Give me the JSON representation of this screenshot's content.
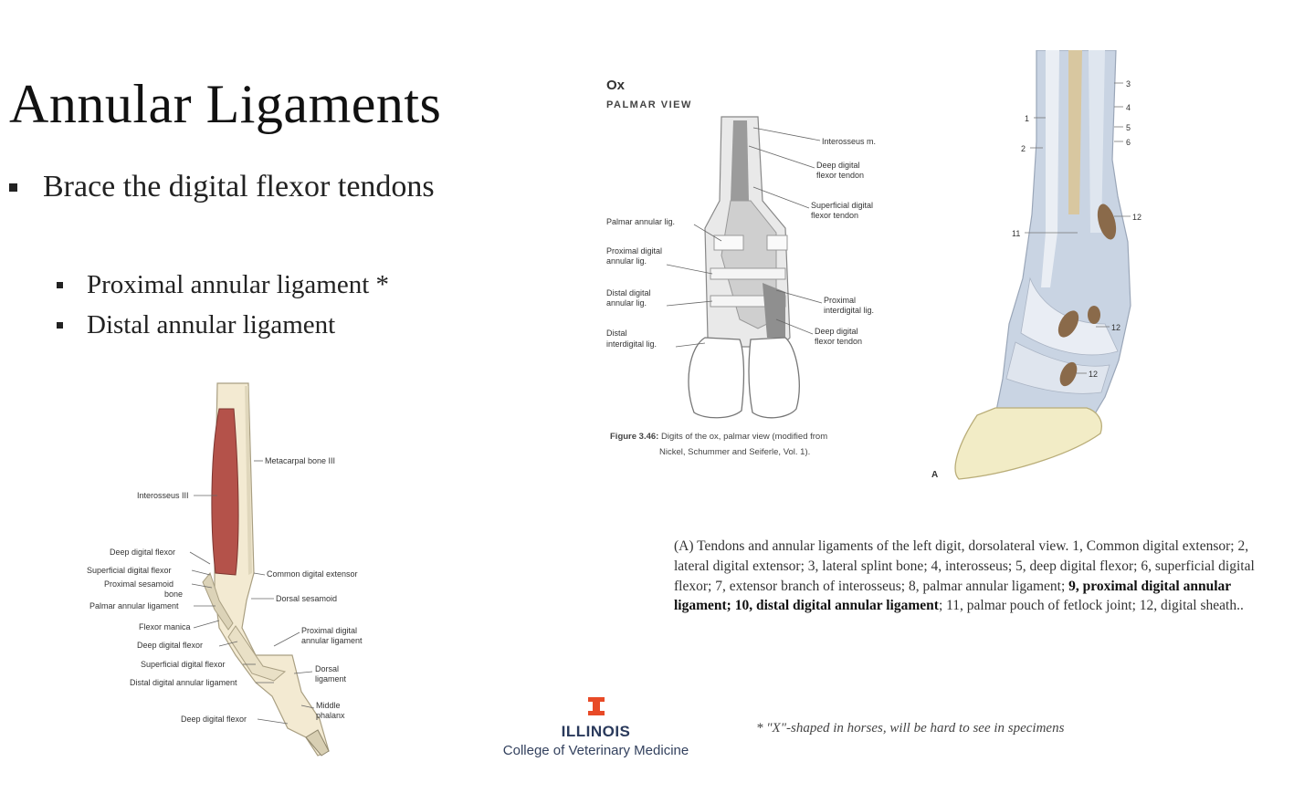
{
  "slide": {
    "title": "Annular Ligaments",
    "bullet": "Brace the digital flexor tendons",
    "sub_bullets": [
      "Proximal annular ligament *",
      "Distal annular ligament"
    ]
  },
  "ox_figure": {
    "species": "Ox",
    "view": "PALMAR VIEW",
    "labels": {
      "interosseus": "Interosseus m.",
      "deep_flexor": "Deep digital",
      "deep_flexor2": "flexor tendon",
      "superficial_flexor": "Superficial digital",
      "superficial_flexor2": "flexor tendon",
      "palmar_annular": "Palmar annular lig.",
      "proximal_annular": "Proximal digital",
      "proximal_annular2": "annular lig.",
      "distal_annular": "Distal digital",
      "distal_annular2": "annular lig.",
      "distal_interdigital": "Distal",
      "distal_interdigital2": "interdigital lig.",
      "proximal_interdigital": "Proximal",
      "proximal_interdigital2": "interdigital lig.",
      "deep_flexor_b": "Deep digital",
      "deep_flexor_b2": "flexor tendon"
    },
    "caption_bold": "Figure 3.46:",
    "caption_1": " Digits of the ox, palmar view (modified from",
    "caption_2": "Nickel, Schummer and Seiferle, Vol. 1)."
  },
  "horse_figure": {
    "labels": {
      "metacarpal": "Metacarpal bone III",
      "interosseus": "Interosseus III",
      "deep_flexor": "Deep digital flexor",
      "superficial_flexor": "Superficial digital flexor",
      "proximal_sesamoid": "Proximal sesamoid",
      "bone": "bone",
      "palmar_annular": "Palmar annular ligament",
      "flexor_manica": "Flexor manica",
      "deep_flexor_2": "Deep digital flexor",
      "superficial_flexor_2": "Superficial digital flexor",
      "distal_annular": "Distal digital annular ligament",
      "deep_flexor_3": "Deep digital flexor",
      "common_extensor": "Common digital extensor",
      "dorsal_sesamoid": "Dorsal sesamoid",
      "proximal_annular": "Proximal digital",
      "proximal_annular2": "annular ligament",
      "dorsal_lig": "Dorsal",
      "dorsal_lig2": "ligament",
      "middle_phalanx": "Middle",
      "middle_phalanx2": "phalanx"
    }
  },
  "digit_figure": {
    "numbers": [
      "1",
      "2",
      "3",
      "4",
      "5",
      "6",
      "11",
      "12",
      "12",
      "12"
    ],
    "panel_letter": "A"
  },
  "caption": {
    "part1": "(A) Tendons and annular ligaments of the left digit, dorsolateral view. 1, Common digital extensor; 2, lateral digital extensor; 3, lateral splint bone; 4, interosseus; 5, deep digital flexor; 6, superficial digital flexor; 7, extensor branch of interosseus; 8, palmar annular ligament; ",
    "bold": "9, proximal digital annular ligament; 10, distal digital annular ligament",
    "part2": "; 11, palmar pouch of fetlock joint; 12, digital sheath.."
  },
  "footnote": "* \"X\"-shaped in horses, will be hard to see in specimens",
  "logo": {
    "name": "ILLINOIS",
    "subtitle": "College of Veterinary Medicine",
    "color": "#e84a27"
  }
}
